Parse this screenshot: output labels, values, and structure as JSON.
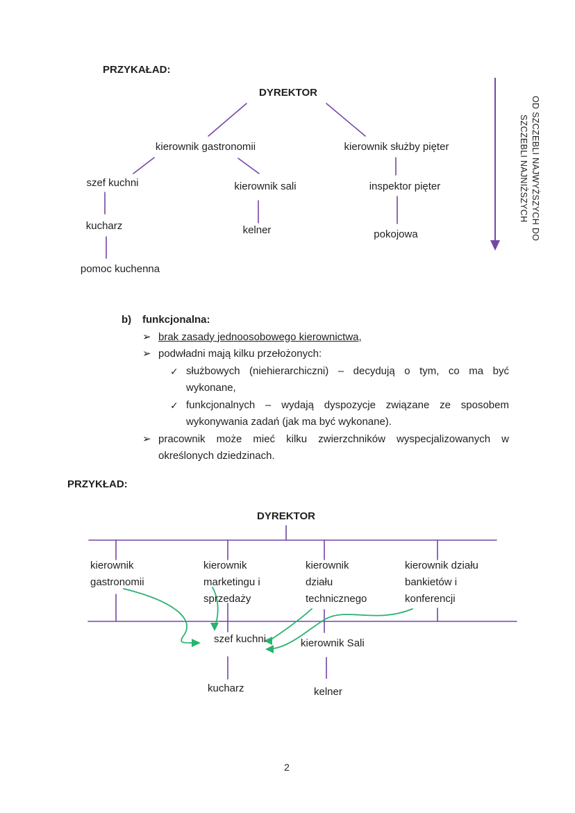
{
  "page": {
    "number": "2"
  },
  "colors": {
    "line_purple": "#7445a5",
    "arrow_green": "#29b36e",
    "text": "#1f1f1f"
  },
  "example1": {
    "label": "PRZYKAŁAD:",
    "root": "DYREKTOR",
    "nodes": {
      "gastronomia": "kierownik gastronomii",
      "sluzba_pieter": "kierownik służby pięter",
      "szef_kuchni": "szef kuchni",
      "kierownik_sali": "kierownik sali",
      "inspektor_pieter": "inspektor pięter",
      "kucharz": "kucharz",
      "kelner": "kelner",
      "pokojowa": "pokojowa",
      "pomoc_kuchenna": "pomoc kuchenna"
    },
    "arrow_label_line1": "OD SZCZEBLI NAJWYŻSZYCH DO",
    "arrow_label_line2": "SZCZEBLI NAJNIŻSZYCH"
  },
  "section_b": {
    "prefix": "b)",
    "heading": "funkcjonalna:",
    "items": [
      {
        "bullet": "➢",
        "lines": [
          "brak zasady jednoosobowego kierownictwa,"
        ]
      },
      {
        "bullet": "➢",
        "lines": [
          "podwładni mają kilku przełożonych:"
        ]
      },
      {
        "bullet": "✓",
        "lines": [
          "służbowych (niehierarchiczni) – decydują o tym, co ma być",
          "wykonane,"
        ]
      },
      {
        "bullet": "✓",
        "lines": [
          "funkcjonalnych – wydają dyspozycje związane ze sposobem",
          "wykonywania zadań (jak ma być wykonane)."
        ]
      },
      {
        "bullet": "➢",
        "lines": [
          "pracownik może mieć kilku zwierzchników wyspecjalizowanych w",
          "określonych dziedzinach."
        ]
      }
    ]
  },
  "example2": {
    "label": "PRZYKŁAD:",
    "root": "DYREKTOR",
    "columns": [
      {
        "lines": [
          "kierownik",
          "gastronomii"
        ]
      },
      {
        "lines": [
          "kierownik",
          "marketingu i",
          "sprzedaży"
        ]
      },
      {
        "lines": [
          "kierownik",
          "działu",
          "technicznego"
        ]
      },
      {
        "lines": [
          "kierownik działu",
          "bankietów i",
          "konferencji"
        ]
      }
    ],
    "nodes": {
      "szef_kuchni": "szef kuchni",
      "kierownik_sali": "kierownik Sali",
      "kucharz": "kucharz",
      "kelner": "kelner"
    }
  }
}
